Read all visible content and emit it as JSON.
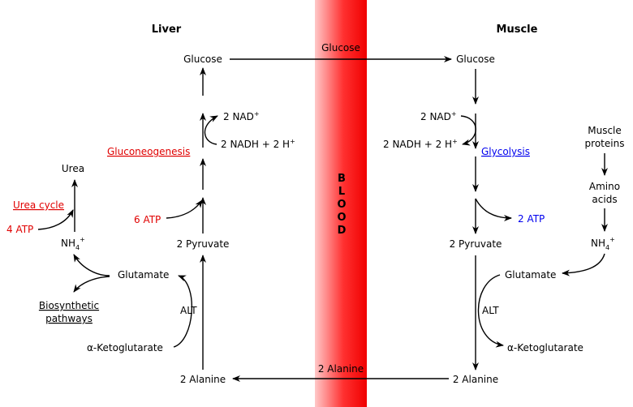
{
  "headers": {
    "liver": "Liver",
    "muscle": "Muscle"
  },
  "blood": {
    "label_letters": [
      "B",
      "L",
      "O",
      "O",
      "D"
    ],
    "glucose": "Glucose",
    "alanine": "2 Alanine"
  },
  "liver": {
    "glucose": "Glucose",
    "nad": "2 NAD",
    "nadh": "2 NADH + 2 H",
    "gluconeogenesis": "Gluconeogenesis",
    "atp6": "6 ATP",
    "pyruvate": "2 Pyruvate",
    "urea": "Urea",
    "urea_cycle": "Urea cycle",
    "atp4": "4 ATP",
    "nh4": "NH",
    "glutamate": "Glutamate",
    "biosynthetic1": "Biosynthetic",
    "biosynthetic2": "pathways",
    "alt": "ALT",
    "ketoglutarate": "α-Ketoglutarate",
    "alanine": "2 Alanine"
  },
  "muscle": {
    "glucose": "Glucose",
    "nad": "2 NAD",
    "nadh": "2 NADH + 2 H",
    "glycolysis": "Glycolysis",
    "atp2": "2 ATP",
    "pyruvate": "2 Pyruvate",
    "proteins1": "Muscle",
    "proteins2": "proteins",
    "amino1": "Amino",
    "amino2": "acids",
    "nh4": "NH",
    "glutamate": "Glutamate",
    "alt": "ALT",
    "ketoglutarate": "α-Ketoglutarate",
    "alanine": "2 Alanine"
  },
  "sup": {
    "plus": "+",
    "four": "4"
  },
  "colors": {
    "red": "#e00000",
    "blue": "#0000ee",
    "blood": "#ff0000"
  }
}
